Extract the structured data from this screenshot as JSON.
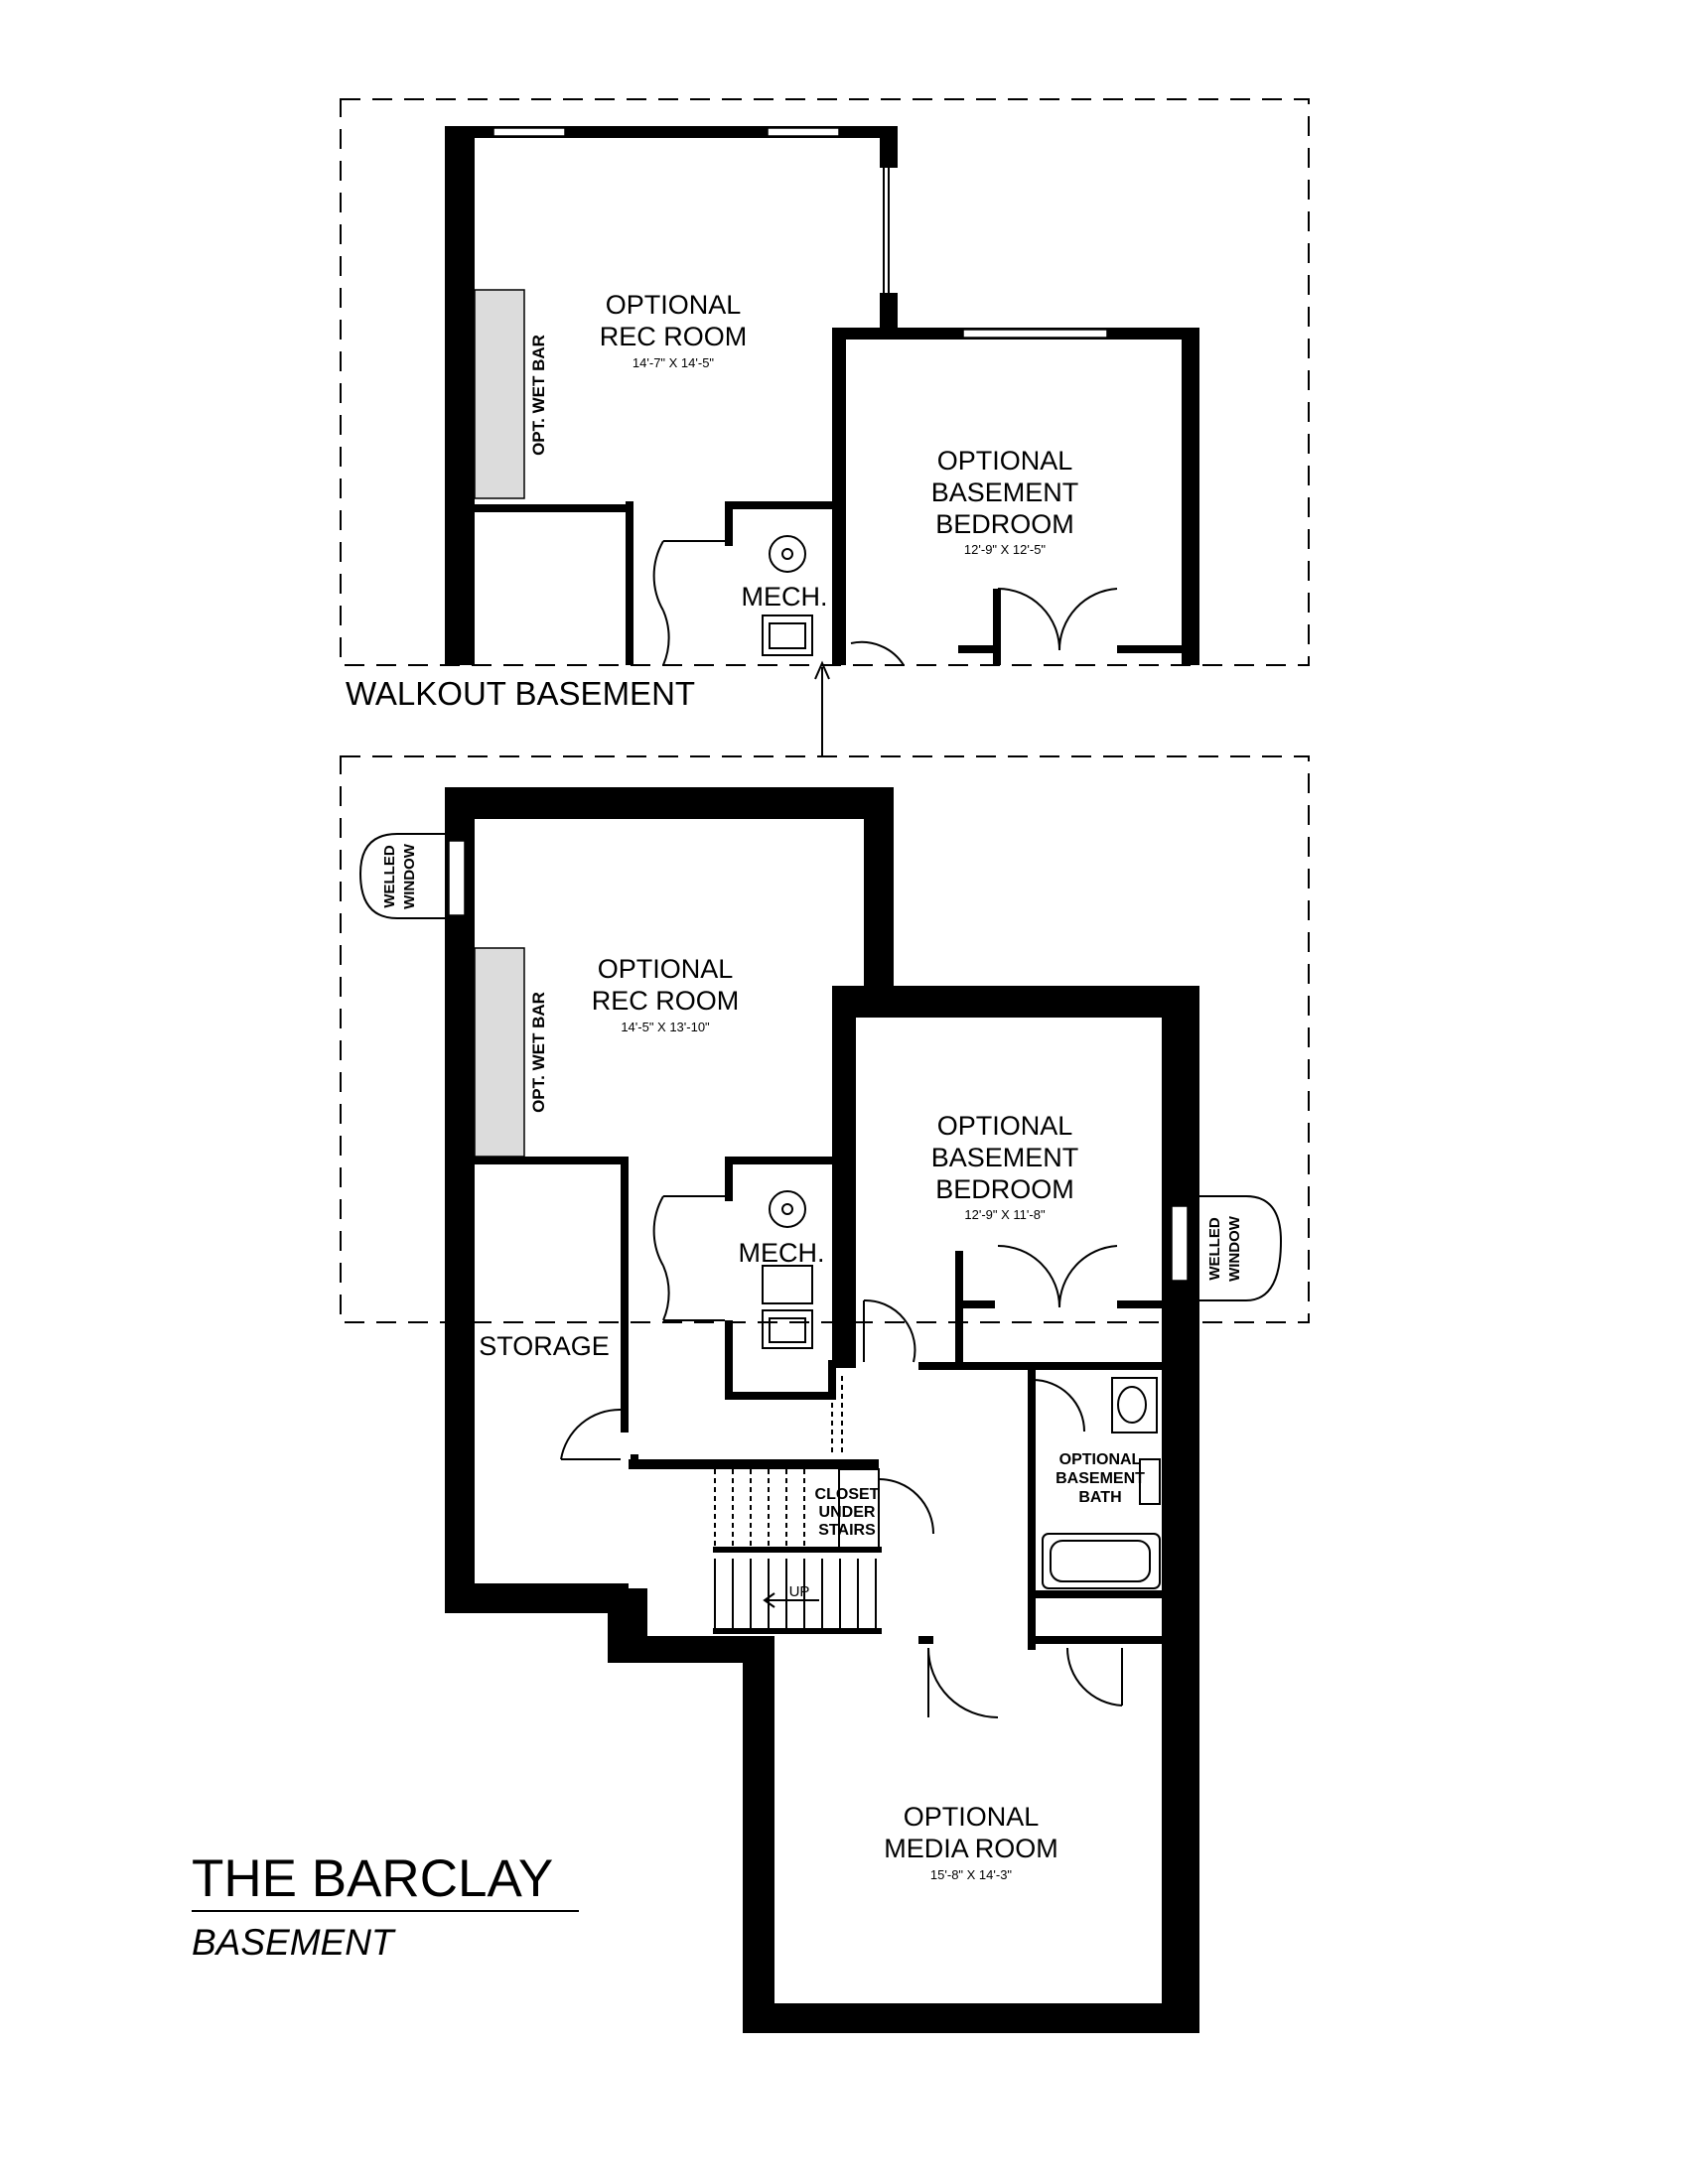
{
  "title": "THE BARCLAY",
  "subtitle": "BASEMENT",
  "walkout": {
    "heading": "WALKOUT BASEMENT",
    "rec_room": {
      "line1": "OPTIONAL",
      "line2": "REC ROOM",
      "dims": "14'-7\" X 14'-5\""
    },
    "wet_bar": "OPT. WET BAR",
    "bedroom": {
      "line1": "OPTIONAL",
      "line2": "BASEMENT",
      "line3": "BEDROOM",
      "dims": "12'-9\" X 12'-5\""
    },
    "mech": "MECH."
  },
  "main": {
    "welled_window_left": {
      "line1": "WELLED",
      "line2": "WINDOW"
    },
    "welled_window_right": {
      "line1": "WELLED",
      "line2": "WINDOW"
    },
    "rec_room": {
      "line1": "OPTIONAL",
      "line2": "REC ROOM",
      "dims": "14'-5\" X 13'-10\""
    },
    "wet_bar": "OPT. WET BAR",
    "bedroom": {
      "line1": "OPTIONAL",
      "line2": "BASEMENT",
      "line3": "BEDROOM",
      "dims": "12'-9\" X 11'-8\""
    },
    "mech": "MECH.",
    "storage": "STORAGE",
    "closet": {
      "line1": "CLOSET",
      "line2": "UNDER",
      "line3": "STAIRS"
    },
    "stair_up": "UP",
    "bath": {
      "line1": "OPTIONAL",
      "line2": "BASEMENT",
      "line3": "BATH"
    },
    "media_room": {
      "line1": "OPTIONAL",
      "line2": "MEDIA ROOM",
      "dims": "15'-8\" X 14'-3\""
    }
  }
}
